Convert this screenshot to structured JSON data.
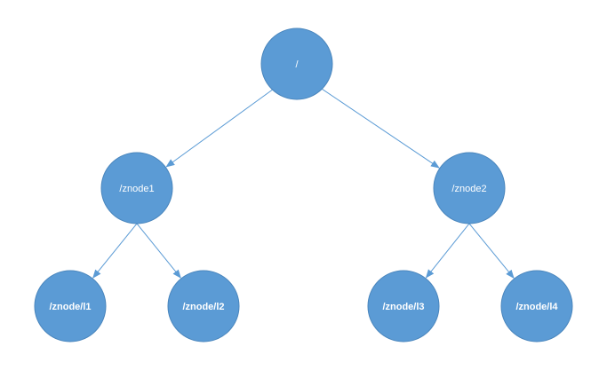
{
  "diagram": {
    "node_color": "#5b9bd5",
    "edge_color": "#5b9bd5",
    "label_color": "#ffffff",
    "nodes": [
      {
        "id": "root",
        "label": "/",
        "bold": false
      },
      {
        "id": "znode1",
        "label": "/znode1",
        "bold": false
      },
      {
        "id": "znode2",
        "label": "/znode2",
        "bold": false
      },
      {
        "id": "l1",
        "label": "/znode/l1",
        "bold": true
      },
      {
        "id": "l2",
        "label": "/znode/l2",
        "bold": true
      },
      {
        "id": "l3",
        "label": "/znode/l3",
        "bold": true
      },
      {
        "id": "l4",
        "label": "/znode/l4",
        "bold": true
      }
    ],
    "edges": [
      {
        "from": "root",
        "to": "znode1"
      },
      {
        "from": "root",
        "to": "znode2"
      },
      {
        "from": "znode1",
        "to": "l1"
      },
      {
        "from": "znode1",
        "to": "l2"
      },
      {
        "from": "znode2",
        "to": "l3"
      },
      {
        "from": "znode2",
        "to": "l4"
      }
    ]
  }
}
